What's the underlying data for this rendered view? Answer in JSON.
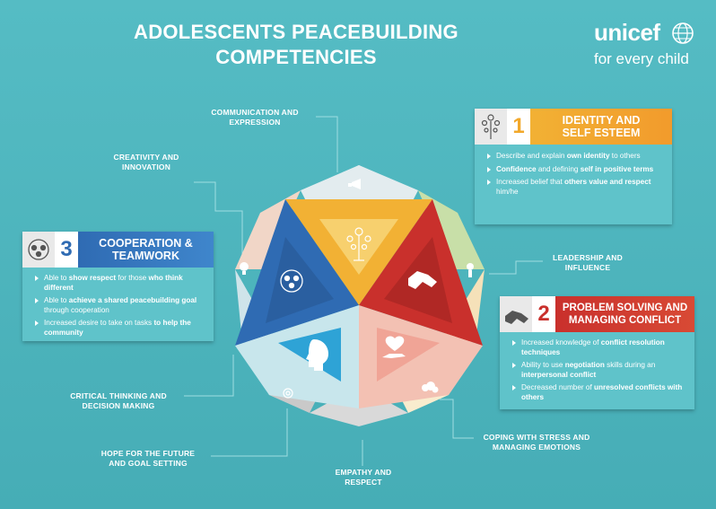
{
  "header": {
    "title_line1": "ADOLESCENTS PEACEBUILDING",
    "title_line2": "COMPETENCIES"
  },
  "logo": {
    "brand": "unicef",
    "tagline": "for every child"
  },
  "colors": {
    "background": "#4fb8c0",
    "identity": "#f2b134",
    "cooperation": "#2f6bb3",
    "problem_solving": "#c9302c"
  },
  "labels": {
    "communication_l1": "COMMUNICATION AND",
    "communication_l2": "EXPRESSION",
    "creativity_l1": "CREATIVITY AND",
    "creativity_l2": "INNOVATION",
    "leadership_l1": "LEADERSHIP AND",
    "leadership_l2": "INFLUENCE",
    "critical_l1": "CRITICAL THINKING AND",
    "critical_l2": "DECISION MAKING",
    "hope_l1": "HOPE FOR THE FUTURE",
    "hope_l2": "AND GOAL SETTING",
    "empathy_l1": "EMPATHY AND",
    "empathy_l2": "RESPECT",
    "coping_l1": "COPING WITH STRESS AND",
    "coping_l2": "MANAGING EMOTIONS"
  },
  "panels": {
    "identity": {
      "number": "1",
      "title_l1": "IDENTITY AND",
      "title_l2": "SELF ESTEEM",
      "b1_pre": "Describe and explain ",
      "b1_bold": "own identity",
      "b1_post": " to others",
      "b2_bold": "Confidence",
      "b2_mid": " and defining ",
      "b2_bold2": "self in positive terms",
      "b3_pre": "Increased belief that ",
      "b3_bold": "others value and respect",
      "b3_post": " him/he"
    },
    "cooperation": {
      "number": "3",
      "title_l1": "COOPERATION &",
      "title_l2": "TEAMWORK",
      "b1_pre": "Able to ",
      "b1_bold": "show respect",
      "b1_mid": " for those ",
      "b1_bold2": "who think different",
      "b2_pre": "Able to ",
      "b2_bold": "achieve a shared peacebuilding goal",
      "b2_post": " through cooperation",
      "b3_pre": "Increased desire to take on tasks ",
      "b3_bold": "to help the community"
    },
    "problem": {
      "number": "2",
      "title_l1": "PROBLEM SOLVING AND",
      "title_l2": "MANAGING CONFLICT",
      "b1_pre": "Increased knowledge of ",
      "b1_bold": "conflict resolution techniques",
      "b2_pre": "Ability to use ",
      "b2_bold": "negotiation",
      "b2_mid": " skills during an ",
      "b2_bold2": "interpersonal conflict",
      "b3_pre": "Decreased number of ",
      "b3_bold": "unresolved conflicts with others"
    }
  }
}
